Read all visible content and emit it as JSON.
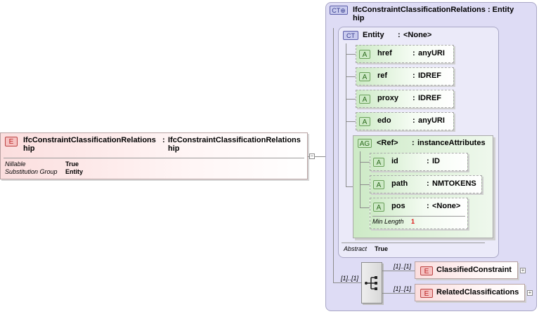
{
  "element": {
    "badge": "E",
    "name": "IfcConstraintClassificationRelations",
    "name_wrap": "hip",
    "separator": ":",
    "type": "IfcConstraintClassificationRelations",
    "type_wrap": "hip",
    "props": [
      {
        "label": "Nillable",
        "value": "True"
      },
      {
        "label": "Substitution Group",
        "value": "Entity"
      }
    ]
  },
  "complex_type": {
    "badge": "CT",
    "name": "IfcConstraintClassificationRelations",
    "separator": ":",
    "base": "Entity",
    "name_wrap": "hip",
    "inner": {
      "badge": "CT",
      "name": "Entity",
      "separator": ":",
      "type": "<None>",
      "abstract_label": "Abstract",
      "abstract_value": "True",
      "attributes": [
        {
          "badge": "A",
          "name": "href",
          "separator": ":",
          "type": "anyURI"
        },
        {
          "badge": "A",
          "name": "ref",
          "separator": ":",
          "type": "IDREF"
        },
        {
          "badge": "A",
          "name": "proxy",
          "separator": ":",
          "type": "IDREF"
        },
        {
          "badge": "A",
          "name": "edo",
          "separator": ":",
          "type": "anyURI"
        }
      ],
      "attribute_group": {
        "badge": "AG",
        "name": "<Ref>",
        "separator": ":",
        "type": "instanceAttributes",
        "attributes": [
          {
            "badge": "A",
            "name": "id",
            "separator": ":",
            "type": "ID"
          },
          {
            "badge": "A",
            "name": "path",
            "separator": ":",
            "type": "NMTOKENS"
          },
          {
            "badge": "A",
            "name": "pos",
            "separator": ":",
            "type": "<None>",
            "facet_label": "Min Length",
            "facet_value": "1"
          }
        ]
      }
    },
    "sequence": {
      "cardinality": "[1]..[1]",
      "children": [
        {
          "badge": "E",
          "name": "ClassifiedConstraint",
          "cardinality": "[1]..[1]",
          "expander": "+"
        },
        {
          "badge": "E",
          "name": "RelatedClassifications",
          "cardinality": "[1]..[1]",
          "expander": "+"
        }
      ]
    }
  },
  "connector_expander": "−"
}
